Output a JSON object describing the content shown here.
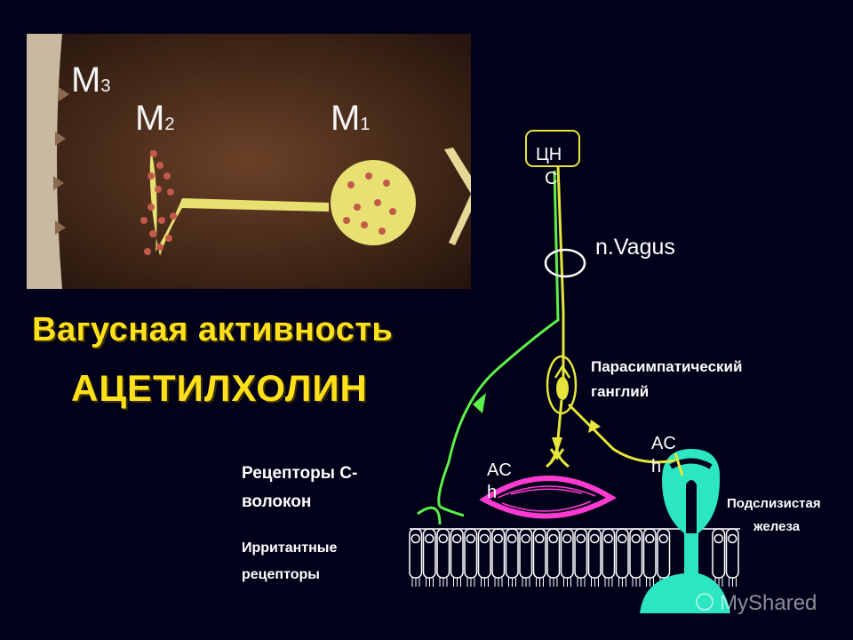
{
  "photo": {
    "labels": {
      "m3": "M",
      "m3_sub": "3",
      "m2": "M",
      "m2_sub": "2",
      "m1": "M",
      "m1_sub": "1"
    }
  },
  "title": {
    "line1": "Вагусная активность",
    "line2": "АЦЕТИЛХОЛИН"
  },
  "diagram": {
    "cns_line1": "ЦН",
    "cns_line2": "С",
    "vagus_label": "n.Vagus",
    "ganglion_line1": "Парасимпатический",
    "ganglion_line2": "ганглий",
    "ach_left_line1": "AC",
    "ach_left_line2": "h",
    "ach_right_line1": "AC",
    "ach_right_line2": "h",
    "c_fiber_line1": "Рецепторы С-",
    "c_fiber_line2": "волокон",
    "irritant_line1": "Ирритантные",
    "irritant_line2": "рецепторы",
    "gland_line1": "Подслизистая",
    "gland_line2": "железа"
  },
  "watermark": "MyShared",
  "colors": {
    "background": "#01011a",
    "title": "#ffe01b",
    "vagal_fiber": "#e6e63a",
    "c_fiber": "#5ef04a",
    "muscle": "#ff3ad0",
    "gland": "#2be6c0"
  }
}
